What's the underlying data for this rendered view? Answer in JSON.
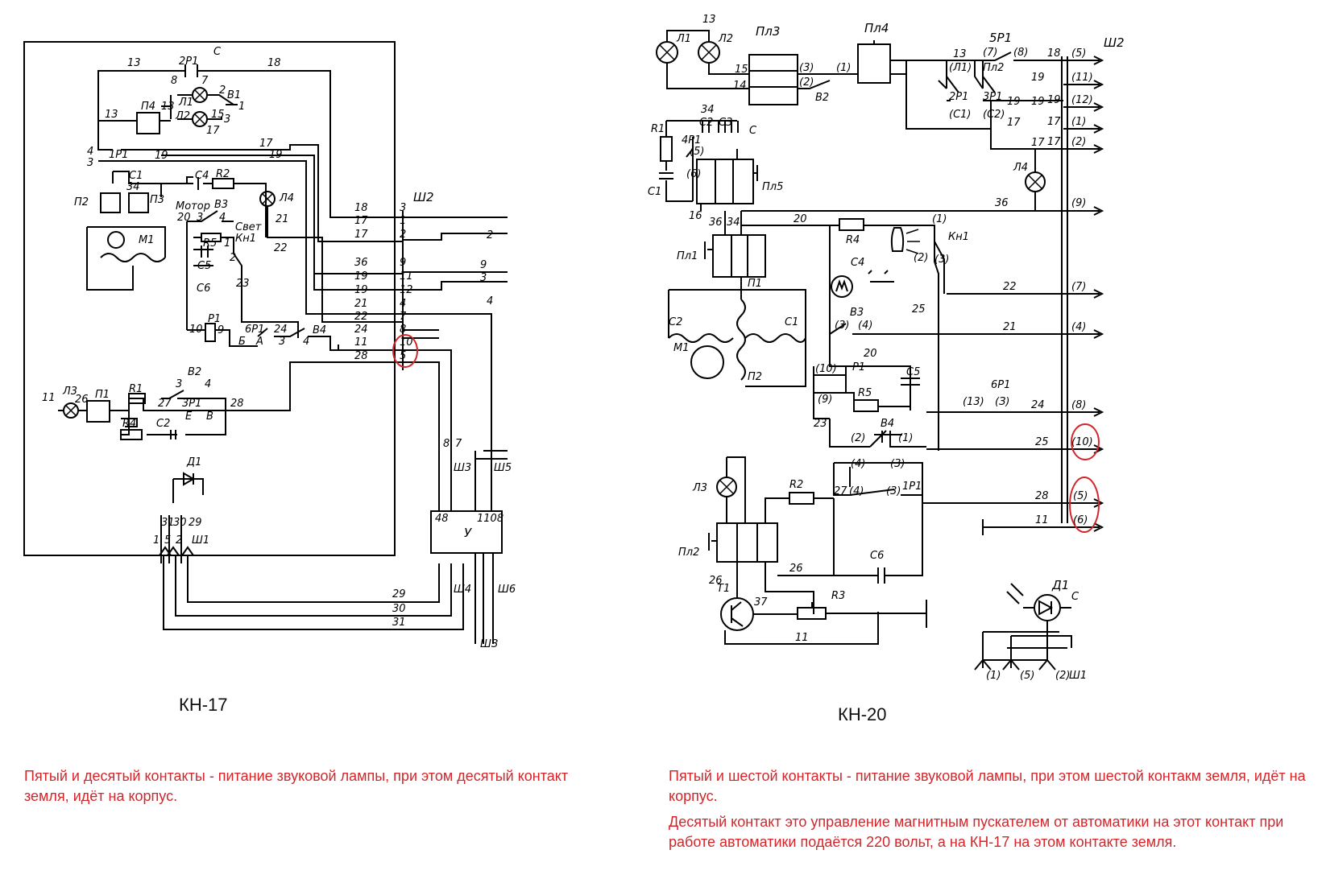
{
  "kn17": {
    "caption": "КН-17",
    "labels": {
      "w13a": "13",
      "r2p1": "2Р1",
      "w18a": "18",
      "c": "С",
      "n8": "8",
      "n7": "7",
      "n2": "2",
      "b1": "В1",
      "n1": "1",
      "l1": "Л1",
      "l2": "Л2",
      "n15": "15",
      "n3": "3",
      "n17": "17",
      "p4": "П4",
      "w13b": "13",
      "w13c": "13",
      "n4": "4",
      "n3b": "3",
      "r1p1": "1Р1",
      "w19a": "19",
      "w17a": "17",
      "w19b": "19",
      "c1": "С1",
      "n34": "34",
      "c4": "С4",
      "r2": "R2",
      "p2": "П2",
      "p3": "П3",
      "motor": "Мотор",
      "b3": "В3",
      "l4": "Л4",
      "n20": "20",
      "n3c": "3",
      "n4b": "4",
      "svet": "Свет",
      "kn1": "Кн1",
      "n21": "21",
      "m1": "М1",
      "r5": "R5",
      "n1b": "1",
      "n22": "22",
      "n2b": "2",
      "c5": "С5",
      "c6": "С6",
      "n23": "23",
      "n10": "10",
      "p1": "Р1",
      "n9": "9",
      "b6p1": "6Р1",
      "n24": "24",
      "b4": "В4",
      "lb": "Б",
      "la": "А",
      "n3d": "3",
      "n4c": "4",
      "l3": "Л3",
      "n11": "11",
      "n26": "26",
      "p1b": "П1",
      "r1": "R1",
      "b2": "В2",
      "n3e": "3",
      "n4d": "4",
      "n27": "27",
      "r3p1": "3Р1",
      "n28": "28",
      "r4": "R4",
      "c2": "С2",
      "le": "Е",
      "lv": "В",
      "d1": "Д1",
      "n31": "31",
      "n30": "30",
      "n29": "29",
      "sh1": "Ш1",
      "p1n": "1",
      "p5n": "5",
      "p2n": "2",
      "sh2": "Ш2",
      "y": "У",
      "n48": "48",
      "n1108": "1108",
      "sh3": "Ш3",
      "sh4": "Ш4",
      "sh5": "Ш5",
      "sh6": "Ш6",
      "c8": "8",
      "c7": "7",
      "b29": "29",
      "b30": "30",
      "b31": "31",
      "bottom": "ШЗ"
    },
    "terminals": [
      {
        "wire": "18",
        "pin": "3"
      },
      {
        "wire": "17",
        "pin": "1"
      },
      {
        "wire": "17",
        "pin": "2"
      },
      {
        "wire": "36",
        "pin": "9"
      },
      {
        "wire": "19",
        "pin": "11"
      },
      {
        "wire": "19",
        "pin": "12"
      },
      {
        "wire": "21",
        "pin": "4"
      },
      {
        "wire": "22",
        "pin": "7"
      },
      {
        "wire": "24",
        "pin": "8"
      },
      {
        "wire": "11",
        "pin": "10"
      },
      {
        "wire": "28",
        "pin": "5"
      }
    ],
    "right_labels": {
      "r2": "2",
      "r9": "9",
      "r3": "3",
      "r4": "4"
    }
  },
  "kn20": {
    "caption": "КН-20",
    "labels": {
      "n13": "13",
      "l1": "Л1",
      "l2": "Л2",
      "pl3": "Пл3",
      "pl4": "Пл4",
      "b5p1": "5Р1",
      "n15": "15",
      "n14": "14",
      "p3": "(3)",
      "p2": "(2)",
      "p1": "(1)",
      "b2": "В2",
      "n13b": "13",
      "pl1": "(Л1)",
      "pl2": "Пл2",
      "p7": "(7)",
      "p8": "(8)",
      "r2p1": "2Р1",
      "r3p1": "3Р1",
      "pc1": "(С1)",
      "pc2": "(С2)",
      "n34": "34",
      "r1": "R1",
      "c2": "С2",
      "c3": "С3",
      "c": "С",
      "b4p1": "4Р1",
      "p5": "(5)",
      "p6": "(6)",
      "c1": "С1",
      "pl5": "Пл5",
      "n16": "16",
      "n36": "36",
      "n34b": "34",
      "n20": "20",
      "r4": "R4",
      "c4": "С4",
      "pl1b": "Пл1",
      "kn1": "Кн1",
      "k1": "(1)",
      "k2": "(2)",
      "k3": "(3)",
      "n25": "25",
      "p1b": "П1",
      "c2b": "С2",
      "c1b": "С1",
      "m1": "М1",
      "b3": "В3",
      "b3a": "(3)",
      "b3b": "(4)",
      "p2b": "П2",
      "n20b": "20",
      "rp1": "Р1",
      "r10": "(10)",
      "r9": "(9)",
      "c5": "С5",
      "r5": "R5",
      "n23": "23",
      "b4": "В4",
      "b4a": "(2)",
      "b4b": "(1)",
      "l3": "Л3",
      "r2": "R2",
      "n27": "27",
      "s4": "(4)",
      "s3": "(3)",
      "s4b": "(4)",
      "s3b": "(3)",
      "r1p1": "1Р1",
      "c6": "С6",
      "n26": "26",
      "t1": "Т1",
      "n26b": "26",
      "n37": "37",
      "r3": "R3",
      "n11": "11",
      "d1": "Д1",
      "b6p1": "6Р1",
      "p13": "(13)",
      "p3b": "(З)",
      "l4": "Л4",
      "sh2": "Ш2",
      "sh1": "Ш1",
      "d1c": "С",
      "q1": "(1)",
      "q5": "(5)",
      "q2": "(2)"
    },
    "outputs": [
      {
        "wire": "18",
        "pin": "(5)"
      },
      {
        "wire": "19",
        "pin": "(11)"
      },
      {
        "wire": "19",
        "pin": "(12)"
      },
      {
        "wire": "17",
        "pin": "(1)"
      },
      {
        "wire": "17",
        "pin": "(2)"
      },
      {
        "wire": "36",
        "pin": "(9)"
      },
      {
        "wire": "22",
        "pin": "(7)"
      },
      {
        "wire": "21",
        "pin": "(4)"
      },
      {
        "wire": "24",
        "pin": "(8)"
      },
      {
        "wire": "25",
        "pin": "(10)"
      },
      {
        "wire": "28",
        "pin": "(5)"
      },
      {
        "wire": "11",
        "pin": "(6)"
      }
    ],
    "left_wire_labels": {
      "w19": "19",
      "w19b": "19",
      "w17": "17",
      "w17b": "17"
    }
  },
  "notes": {
    "left": "Пятый и десятый контакты - питание звуковой лампы, при этом десятый контакт земля, идёт на корпус.",
    "right_1": "Пятый и шестой контакты - питание звуковой лампы, при этом шестой контакм земля, идёт на корпус.",
    "right_2": "Десятый контакт это управление магнитным пускателем от автоматики на этот контакт при работе автоматики подаётся 220 вольт, а на КН-17 на этом контакте земля."
  },
  "colors": {
    "highlight": "#d3262b",
    "ink": "#000000"
  }
}
